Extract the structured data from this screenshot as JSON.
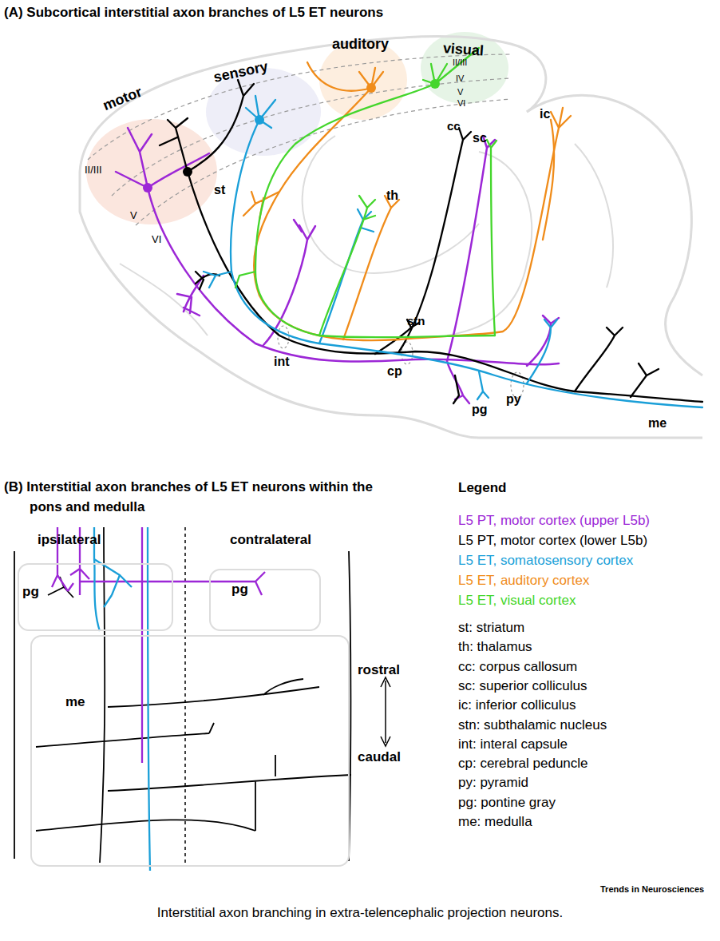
{
  "diagram": {
    "caption": "Interstitial axon branching in extra-telencephalic projection neurons.",
    "nodes": [
      {
        "text": [
          "pg"
        ]
      },
      {
        "text": [
          "pg"
        ]
      },
      {
        "text": [
          "me"
        ]
      }
    ],
    "edges": [
      {
        "from": 0,
        "to": 1,
        "arrow": "none"
      }
    ],
    "labels": [
      "(A) Subcortical interstitial axon branches of L5 ET neurons",
      "motor",
      "sensory",
      "auditory",
      "visual",
      "II/III",
      "IV",
      "V",
      "VI",
      "II/III",
      "V",
      "VI",
      "cc",
      "st",
      "th",
      "sc",
      "ic",
      "stn",
      "int",
      "cp",
      "pg",
      "py",
      "me",
      "(B) Interstitial axon branches of L5 ET neurons within the pons and medulla",
      "ipsilateral",
      "contralateral",
      "rostral",
      "caudal",
      "Legend",
      "Trends in Neurosciences"
    ],
    "legend": [
      {
        "text": "L5 PT, motor cortex (upper L5b)",
        "color": "#9c27d6"
      },
      {
        "text": "L5 PT, motor cortex (lower L5b)",
        "color": "#000000"
      },
      {
        "text": "L5 ET, somatosensory cortex",
        "color": "#1a9fd8"
      },
      {
        "text": "L5 ET, auditory cortex",
        "color": "#f08c1a"
      },
      {
        "text": "L5 ET, visual cortex",
        "color": "#44d62c"
      },
      {
        "text": "st: striatum"
      },
      {
        "text": "th: thalamus"
      },
      {
        "text": "cc: corpus callosum"
      },
      {
        "text": "sc: superior colliculus"
      },
      {
        "text": "ic: inferior colliculus"
      },
      {
        "text": "stn: subthalamic nucleus"
      },
      {
        "text": "int: interal capsule"
      },
      {
        "text": "cp: cerebral peduncle"
      },
      {
        "text": "py: pyramid"
      },
      {
        "text": "pg: pontine gray"
      },
      {
        "text": "me: medulla"
      }
    ]
  }
}
